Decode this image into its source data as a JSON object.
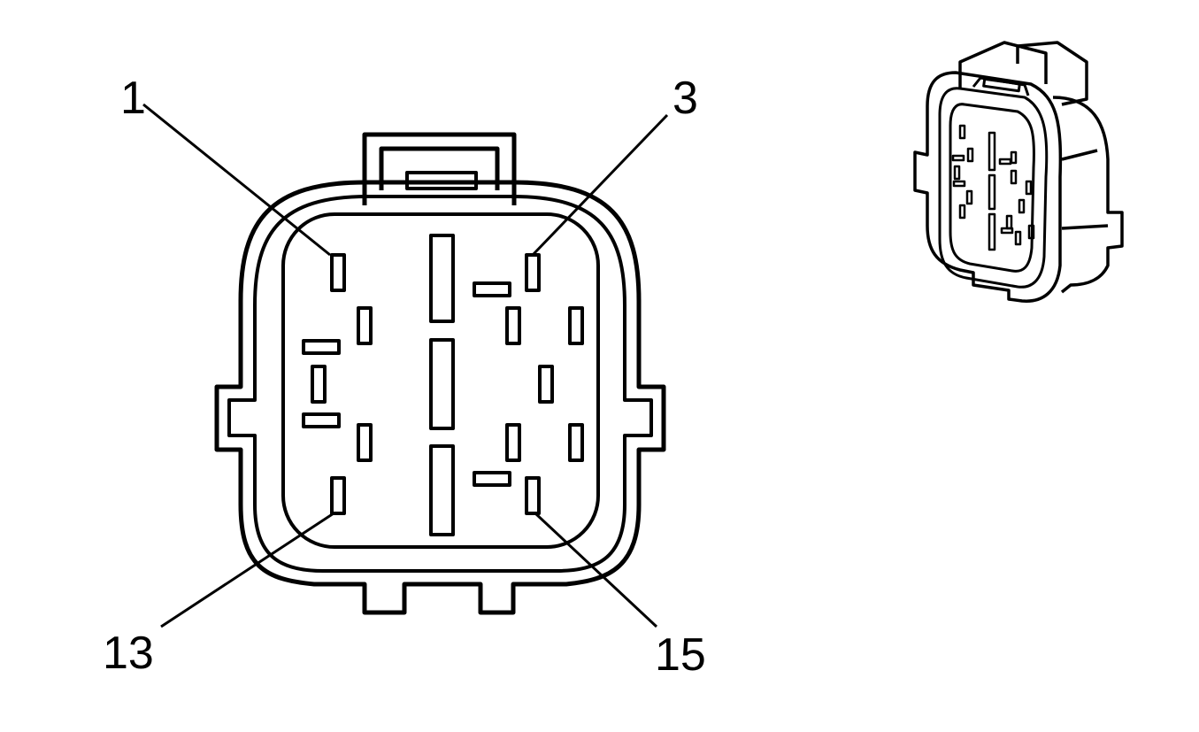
{
  "pin_labels": {
    "pin_1": "1",
    "pin_3": "3",
    "pin_13": "13",
    "pin_15": "15"
  },
  "colors": {
    "line": "#000000",
    "background": "#ffffff"
  },
  "icons": {
    "main_view": "connector-face-view",
    "inset_view": "connector-isometric-view"
  }
}
